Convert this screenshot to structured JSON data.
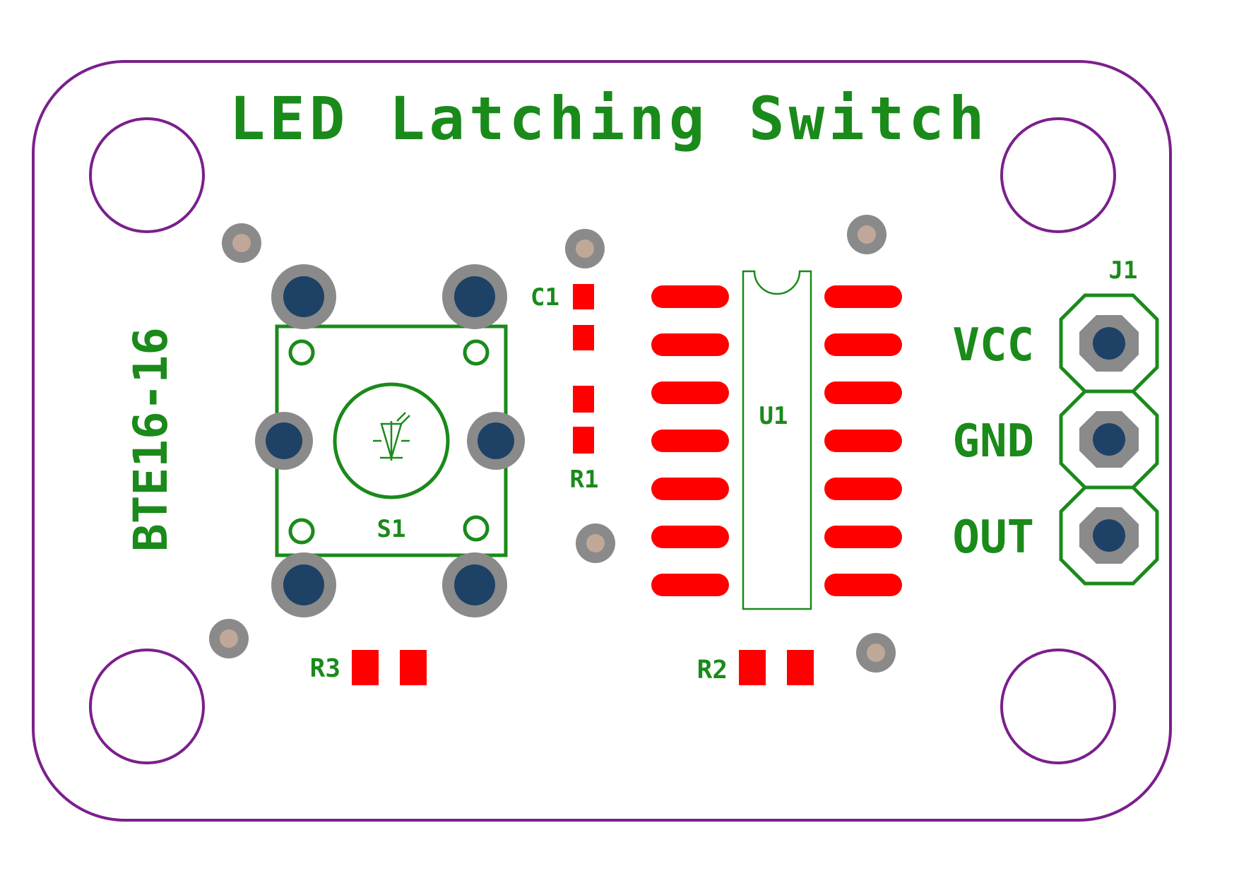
{
  "board": {
    "title": "LED Latching Switch",
    "part_number": "BTE16-16"
  },
  "designators": {
    "switch": "S1",
    "ic": "U1",
    "capacitor": "C1",
    "resistor_1": "R1",
    "resistor_2": "R2",
    "resistor_3": "R3",
    "connector": "J1"
  },
  "connector_pins": [
    "VCC",
    "GND",
    "OUT"
  ],
  "colors": {
    "board_outline": "#7b1f8c",
    "silkscreen": "#1a8a1a",
    "smd_pad": "#ff0000",
    "through_hole_ring": "#8a8a8a",
    "through_hole_drill": "#1e4266",
    "via_drill": "#c0a898"
  }
}
